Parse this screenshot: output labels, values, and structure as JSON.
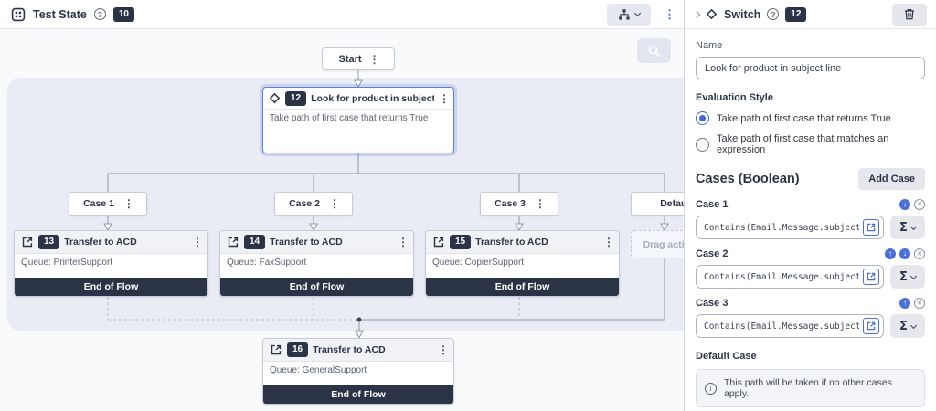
{
  "icons": {
    "kebab": "⋮",
    "help": "?",
    "sigma": "Σ",
    "arrow_up": "↑",
    "arrow_down": "↓",
    "close": "✕",
    "info": "i"
  },
  "titlebar": {
    "title": "Test State",
    "badge": "10"
  },
  "canvas": {
    "start_label": "Start",
    "switch_node": {
      "badge": "12",
      "title": "Look for product in subject line",
      "subtitle": "Take path of first case that returns True"
    },
    "branch_labels": [
      "Case 1",
      "Case 2",
      "Case 3",
      "Default"
    ],
    "drag_placeholder": "Drag action here",
    "transfers": [
      {
        "badge": "13",
        "title": "Transfer to ACD",
        "detail": "Queue: PrinterSupport",
        "footer": "End of Flow"
      },
      {
        "badge": "14",
        "title": "Transfer to ACD",
        "detail": "Queue: FaxSupport",
        "footer": "End of Flow"
      },
      {
        "badge": "15",
        "title": "Transfer to ACD",
        "detail": "Queue: CopierSupport",
        "footer": "End of Flow"
      },
      {
        "badge": "16",
        "title": "Transfer to ACD",
        "detail": "Queue: GeneralSupport",
        "footer": "End of Flow"
      }
    ]
  },
  "panel": {
    "title": "Switch",
    "badge": "12",
    "name_label": "Name",
    "name_value": "Look for product in subject line",
    "evaluation": {
      "label": "Evaluation Style",
      "options": [
        {
          "label": "Take path of first case that returns True",
          "selected": true
        },
        {
          "label": "Take path of first case that matches an expression",
          "selected": false
        }
      ]
    },
    "cases": {
      "heading": "Cases (Boolean)",
      "add_button": "Add Case",
      "items": [
        {
          "label": "Case 1",
          "expression": "Contains(Email.Message.subject, \"pri"
        },
        {
          "label": "Case 2",
          "expression": "Contains(Email.Message.subject, \"fax\""
        },
        {
          "label": "Case 3",
          "expression": "Contains(Email.Message.subject, \"cop"
        }
      ],
      "default_label": "Default Case",
      "default_info": "This path will be taken if no other cases apply."
    }
  },
  "colors": {
    "accent_blue": "#4a6fd8",
    "dark_navy": "#2b3447",
    "selection_border": "#5c80d5",
    "canvas_region": "#e9ebf5"
  }
}
